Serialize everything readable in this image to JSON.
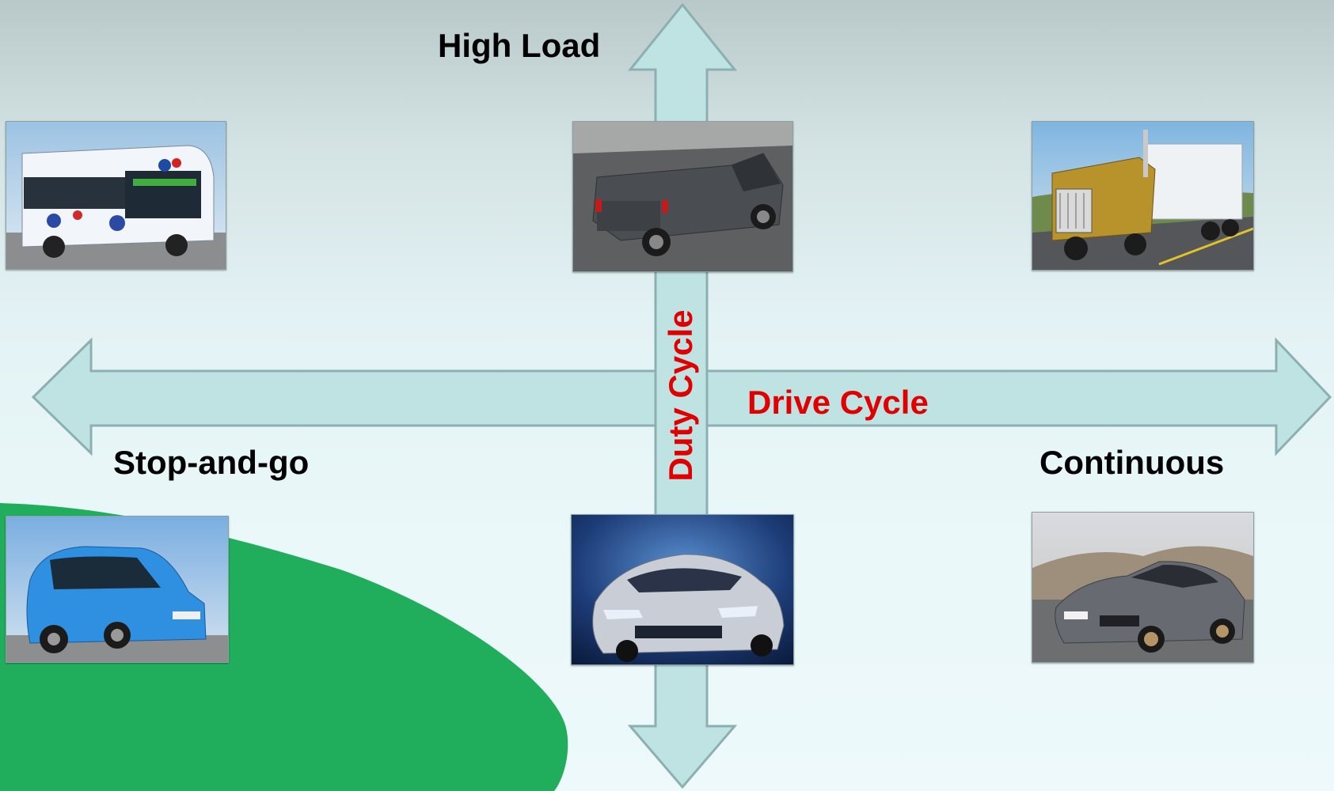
{
  "labels": {
    "top": "High Load",
    "left": "Stop-and-go",
    "right": "Continuous",
    "vertical_axis": "Duty Cycle",
    "horizontal_axis": "Drive Cycle"
  },
  "images": [
    {
      "name": "bus-photo",
      "subject": "city bus"
    },
    {
      "name": "pickup-truck-photo",
      "subject": "pickup truck"
    },
    {
      "name": "semi-truck-photo",
      "subject": "semi truck"
    },
    {
      "name": "small-blue-car-photo",
      "subject": "small blue hatchback"
    },
    {
      "name": "silver-sedan-photo",
      "subject": "silver electric car"
    },
    {
      "name": "gray-sedan-photo",
      "subject": "gray sedan"
    }
  ],
  "colors": {
    "arrow_fill": "#bfe2e3",
    "arrow_stroke": "#8cb0b2",
    "accent_red": "#e00000",
    "blob_green": "#21ae5c"
  }
}
